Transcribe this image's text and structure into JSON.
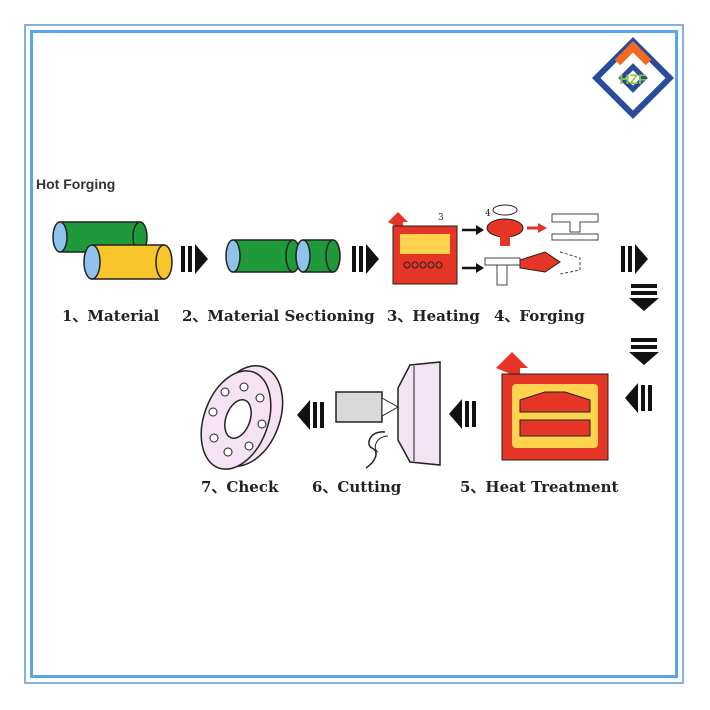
{
  "heading": "Hot Forging",
  "logo": {
    "text": "HZF",
    "colors": {
      "orange": "#f26a21",
      "blue": "#2a4a9b",
      "green": "#8cc63f"
    }
  },
  "steps": [
    {
      "label": "1、Material"
    },
    {
      "label": "2、Material Sectioning"
    },
    {
      "label": "3、Heating"
    },
    {
      "label": "4、Forging"
    },
    {
      "label": "5、Heat Treatment"
    },
    {
      "label": "6、Cutting"
    },
    {
      "label": "7、Check"
    }
  ],
  "furnace_marks": {
    "heating": "3",
    "forging": "4"
  },
  "colors": {
    "frame": "#5aa5e8",
    "billet_green": "#1f9a3a",
    "billet_yellow": "#f7c52b",
    "billet_end": "#8fc3ec",
    "furnace_red": "#e43527",
    "arrow_black": "#111111"
  }
}
